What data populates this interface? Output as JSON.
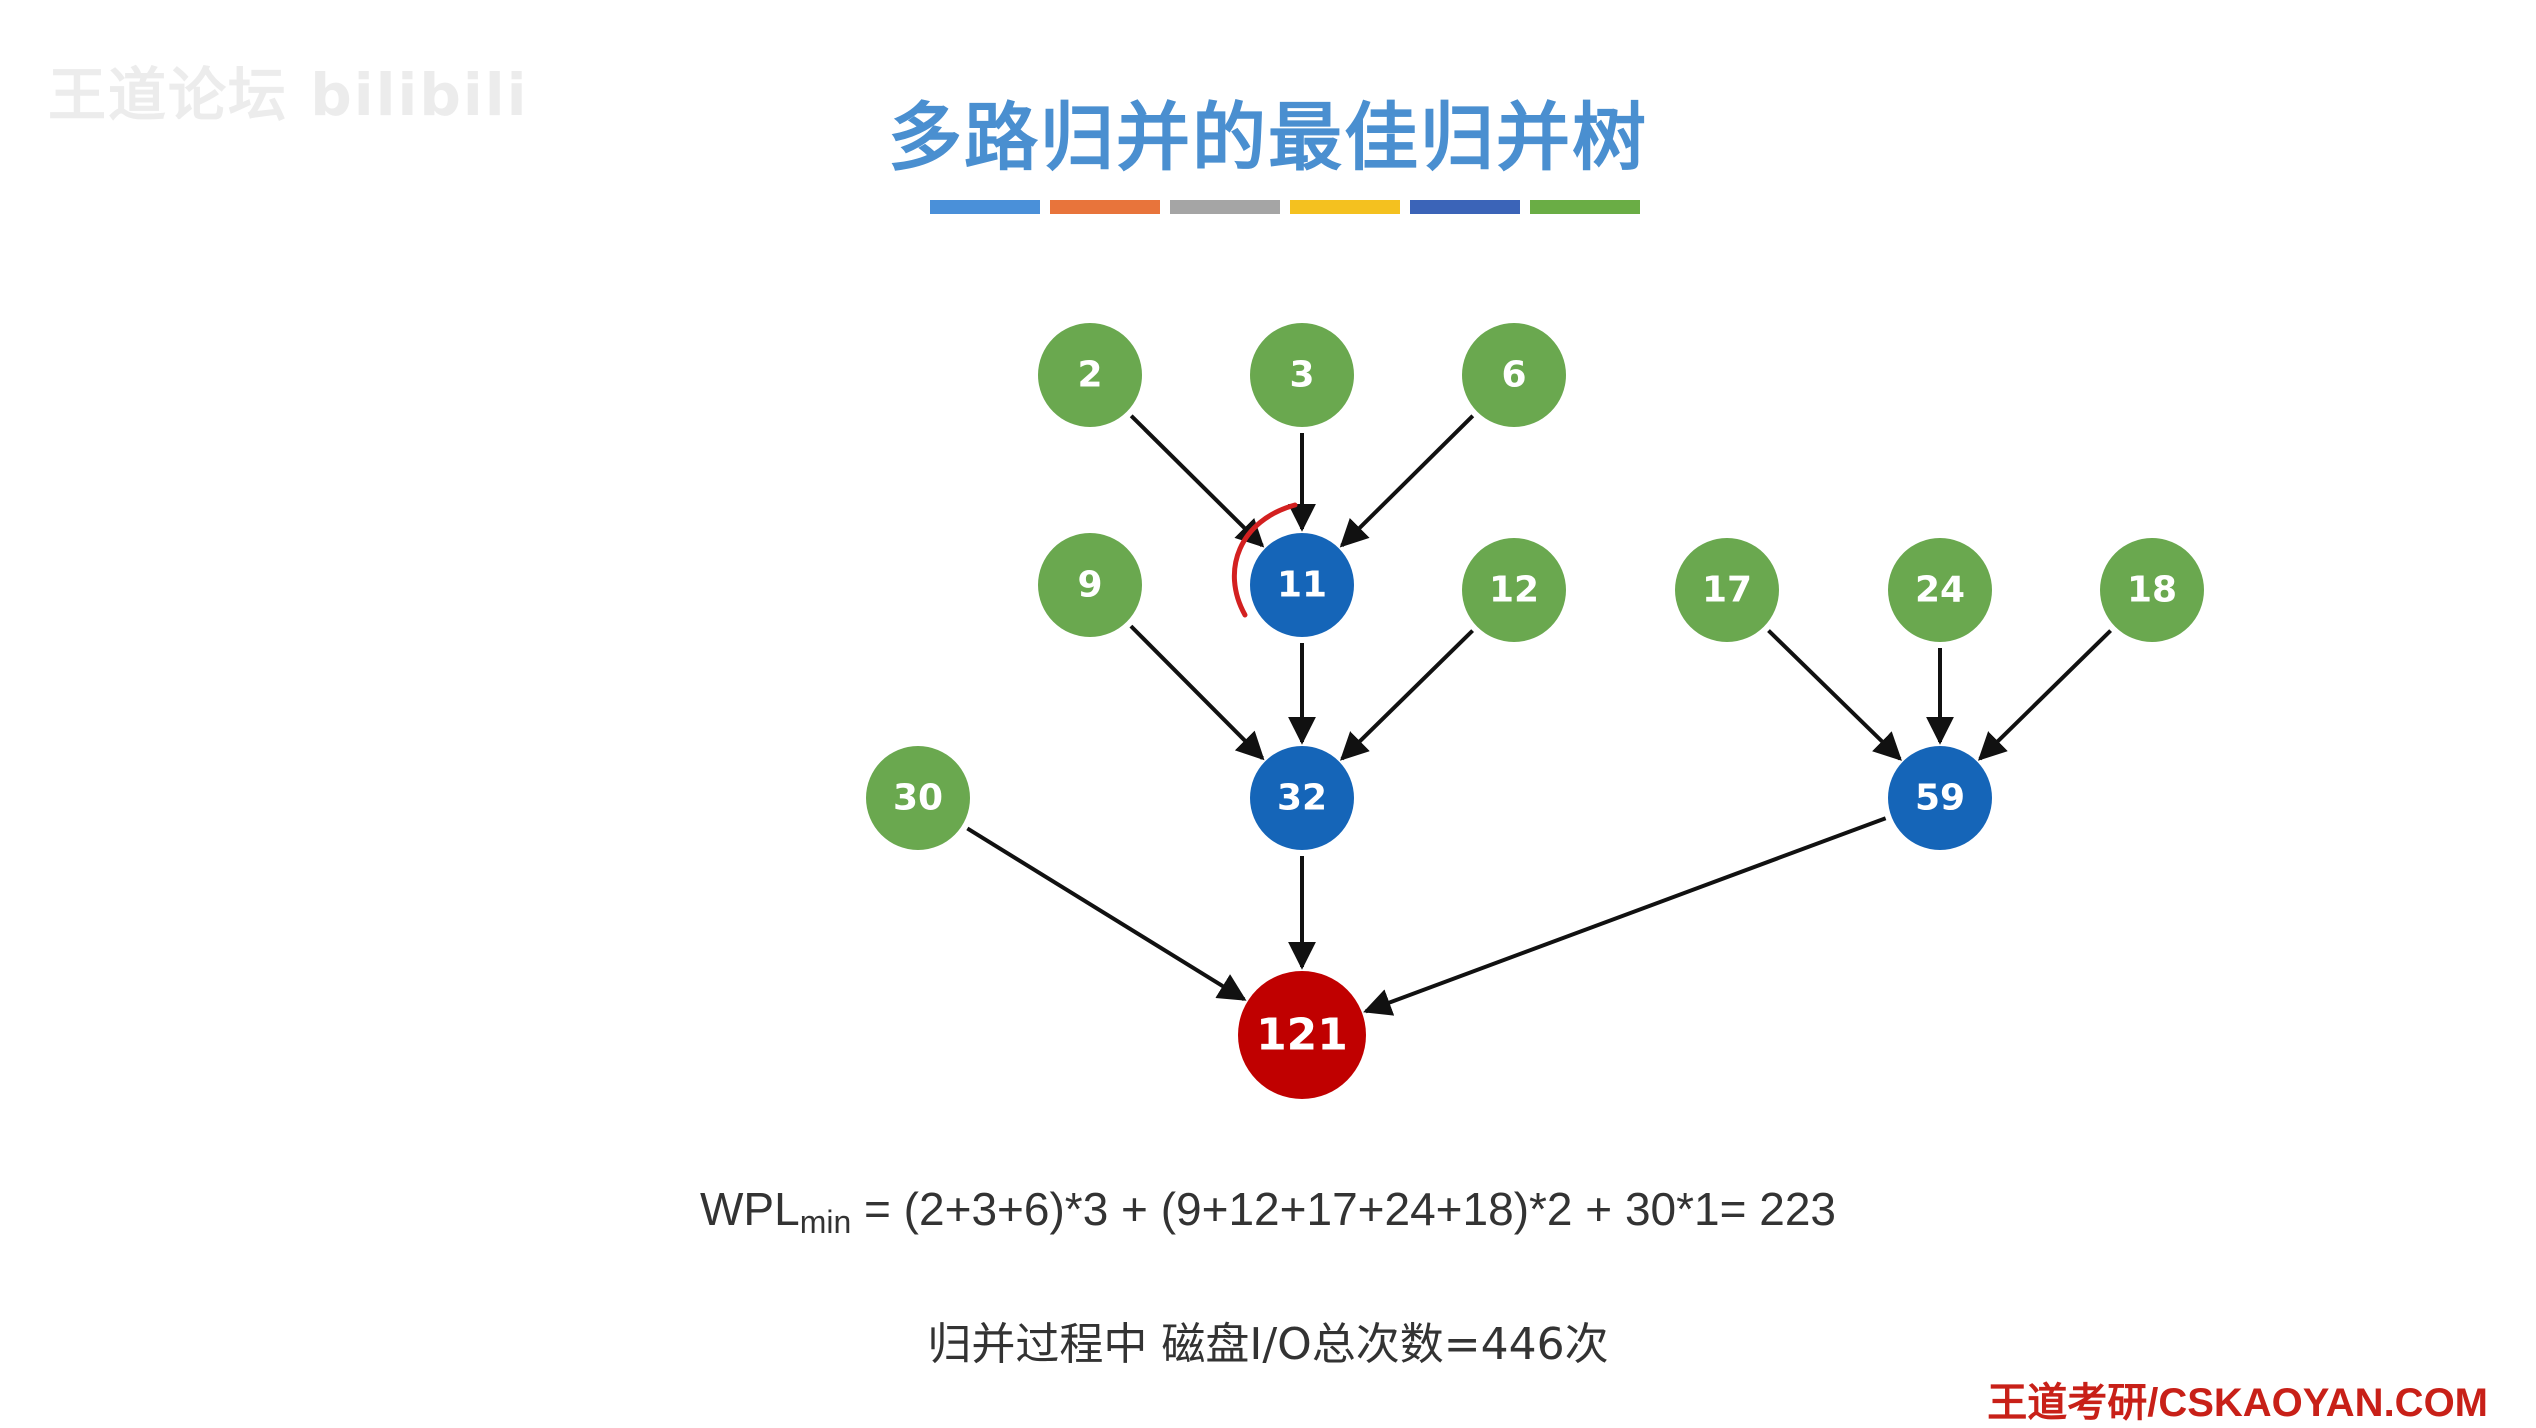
{
  "watermark": "王道论坛 bilibili",
  "title": "多路归并的最佳归并树",
  "color_bar": [
    "#4a90d9",
    "#e8743b",
    "#a5a5a5",
    "#f4c11f",
    "#3b64b8",
    "#6aad45"
  ],
  "colors": {
    "leaf": "#6aa84f",
    "internal": "#1565b8",
    "root": "#c00000",
    "edge": "#111111",
    "annotation": "#d32020"
  },
  "tree": {
    "nodes": [
      {
        "id": "n2",
        "label": "2",
        "kind": "leaf"
      },
      {
        "id": "n3",
        "label": "3",
        "kind": "leaf"
      },
      {
        "id": "n6",
        "label": "6",
        "kind": "leaf"
      },
      {
        "id": "n9",
        "label": "9",
        "kind": "leaf"
      },
      {
        "id": "n11",
        "label": "11",
        "kind": "internal"
      },
      {
        "id": "n12",
        "label": "12",
        "kind": "leaf"
      },
      {
        "id": "n17",
        "label": "17",
        "kind": "leaf"
      },
      {
        "id": "n24",
        "label": "24",
        "kind": "leaf"
      },
      {
        "id": "n18",
        "label": "18",
        "kind": "leaf"
      },
      {
        "id": "n30",
        "label": "30",
        "kind": "leaf"
      },
      {
        "id": "n32",
        "label": "32",
        "kind": "internal"
      },
      {
        "id": "n59",
        "label": "59",
        "kind": "internal"
      },
      {
        "id": "n121",
        "label": "121",
        "kind": "root"
      }
    ],
    "edges": [
      [
        "n2",
        "n11"
      ],
      [
        "n3",
        "n11"
      ],
      [
        "n6",
        "n11"
      ],
      [
        "n9",
        "n32"
      ],
      [
        "n11",
        "n32"
      ],
      [
        "n12",
        "n32"
      ],
      [
        "n17",
        "n59"
      ],
      [
        "n24",
        "n59"
      ],
      [
        "n18",
        "n59"
      ],
      [
        "n30",
        "n121"
      ],
      [
        "n32",
        "n121"
      ],
      [
        "n59",
        "n121"
      ]
    ]
  },
  "formula": {
    "lhs": "WPL",
    "sub": "min",
    "rhs": " = (2+3+6)*3 + (9+12+17+24+18)*2 + 30*1= 223"
  },
  "io_summary": "归并过程中 磁盘I/O总次数=446次",
  "footer_brand": "王道考研/CSKAOYAN.COM"
}
